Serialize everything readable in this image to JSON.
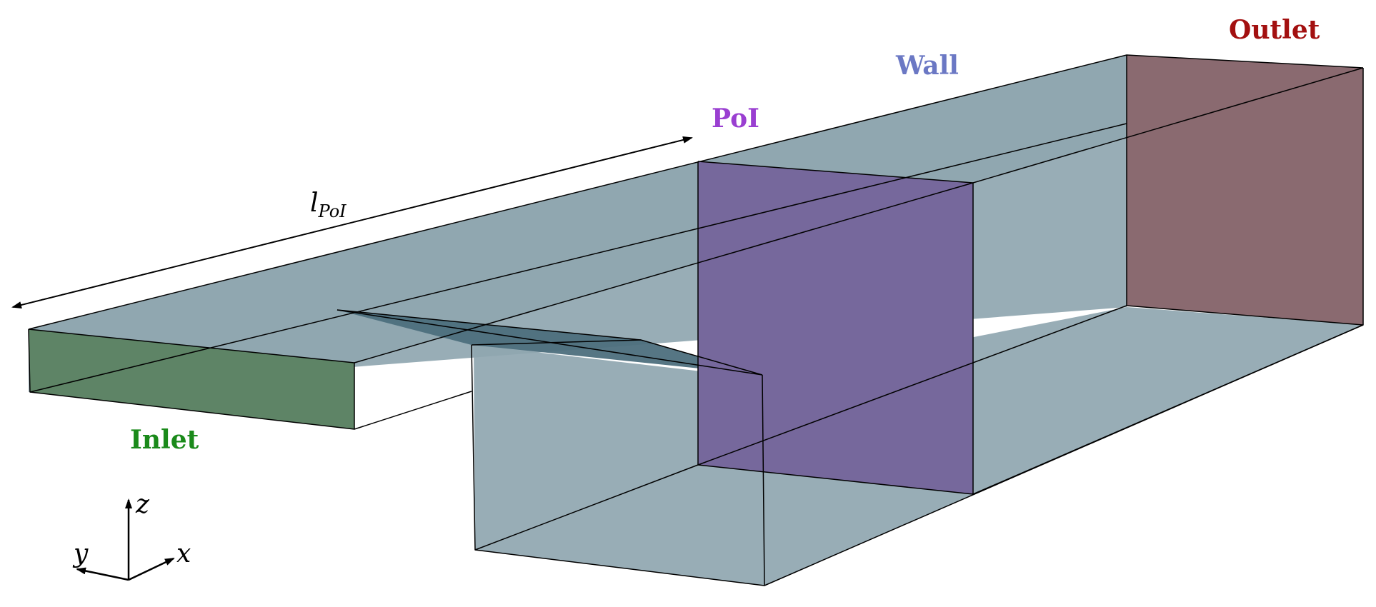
{
  "labels": {
    "inlet": "Inlet",
    "wall": "Wall",
    "poi": "PoI",
    "outlet": "Outlet",
    "length_main": "l",
    "length_sub": "PoI"
  },
  "axes": {
    "x": "x",
    "y": "y",
    "z": "z"
  },
  "colors": {
    "wall": "#8fa6b0",
    "inlet": "#5e8466",
    "poi": "#76689c",
    "outlet": "#8a6a70",
    "ramp": "#4d6f7d",
    "inlet_text": "#1a8a1a",
    "wall_text": "#6b78c4",
    "poi_text": "#9a3fd1",
    "outlet_text": "#a31010"
  }
}
